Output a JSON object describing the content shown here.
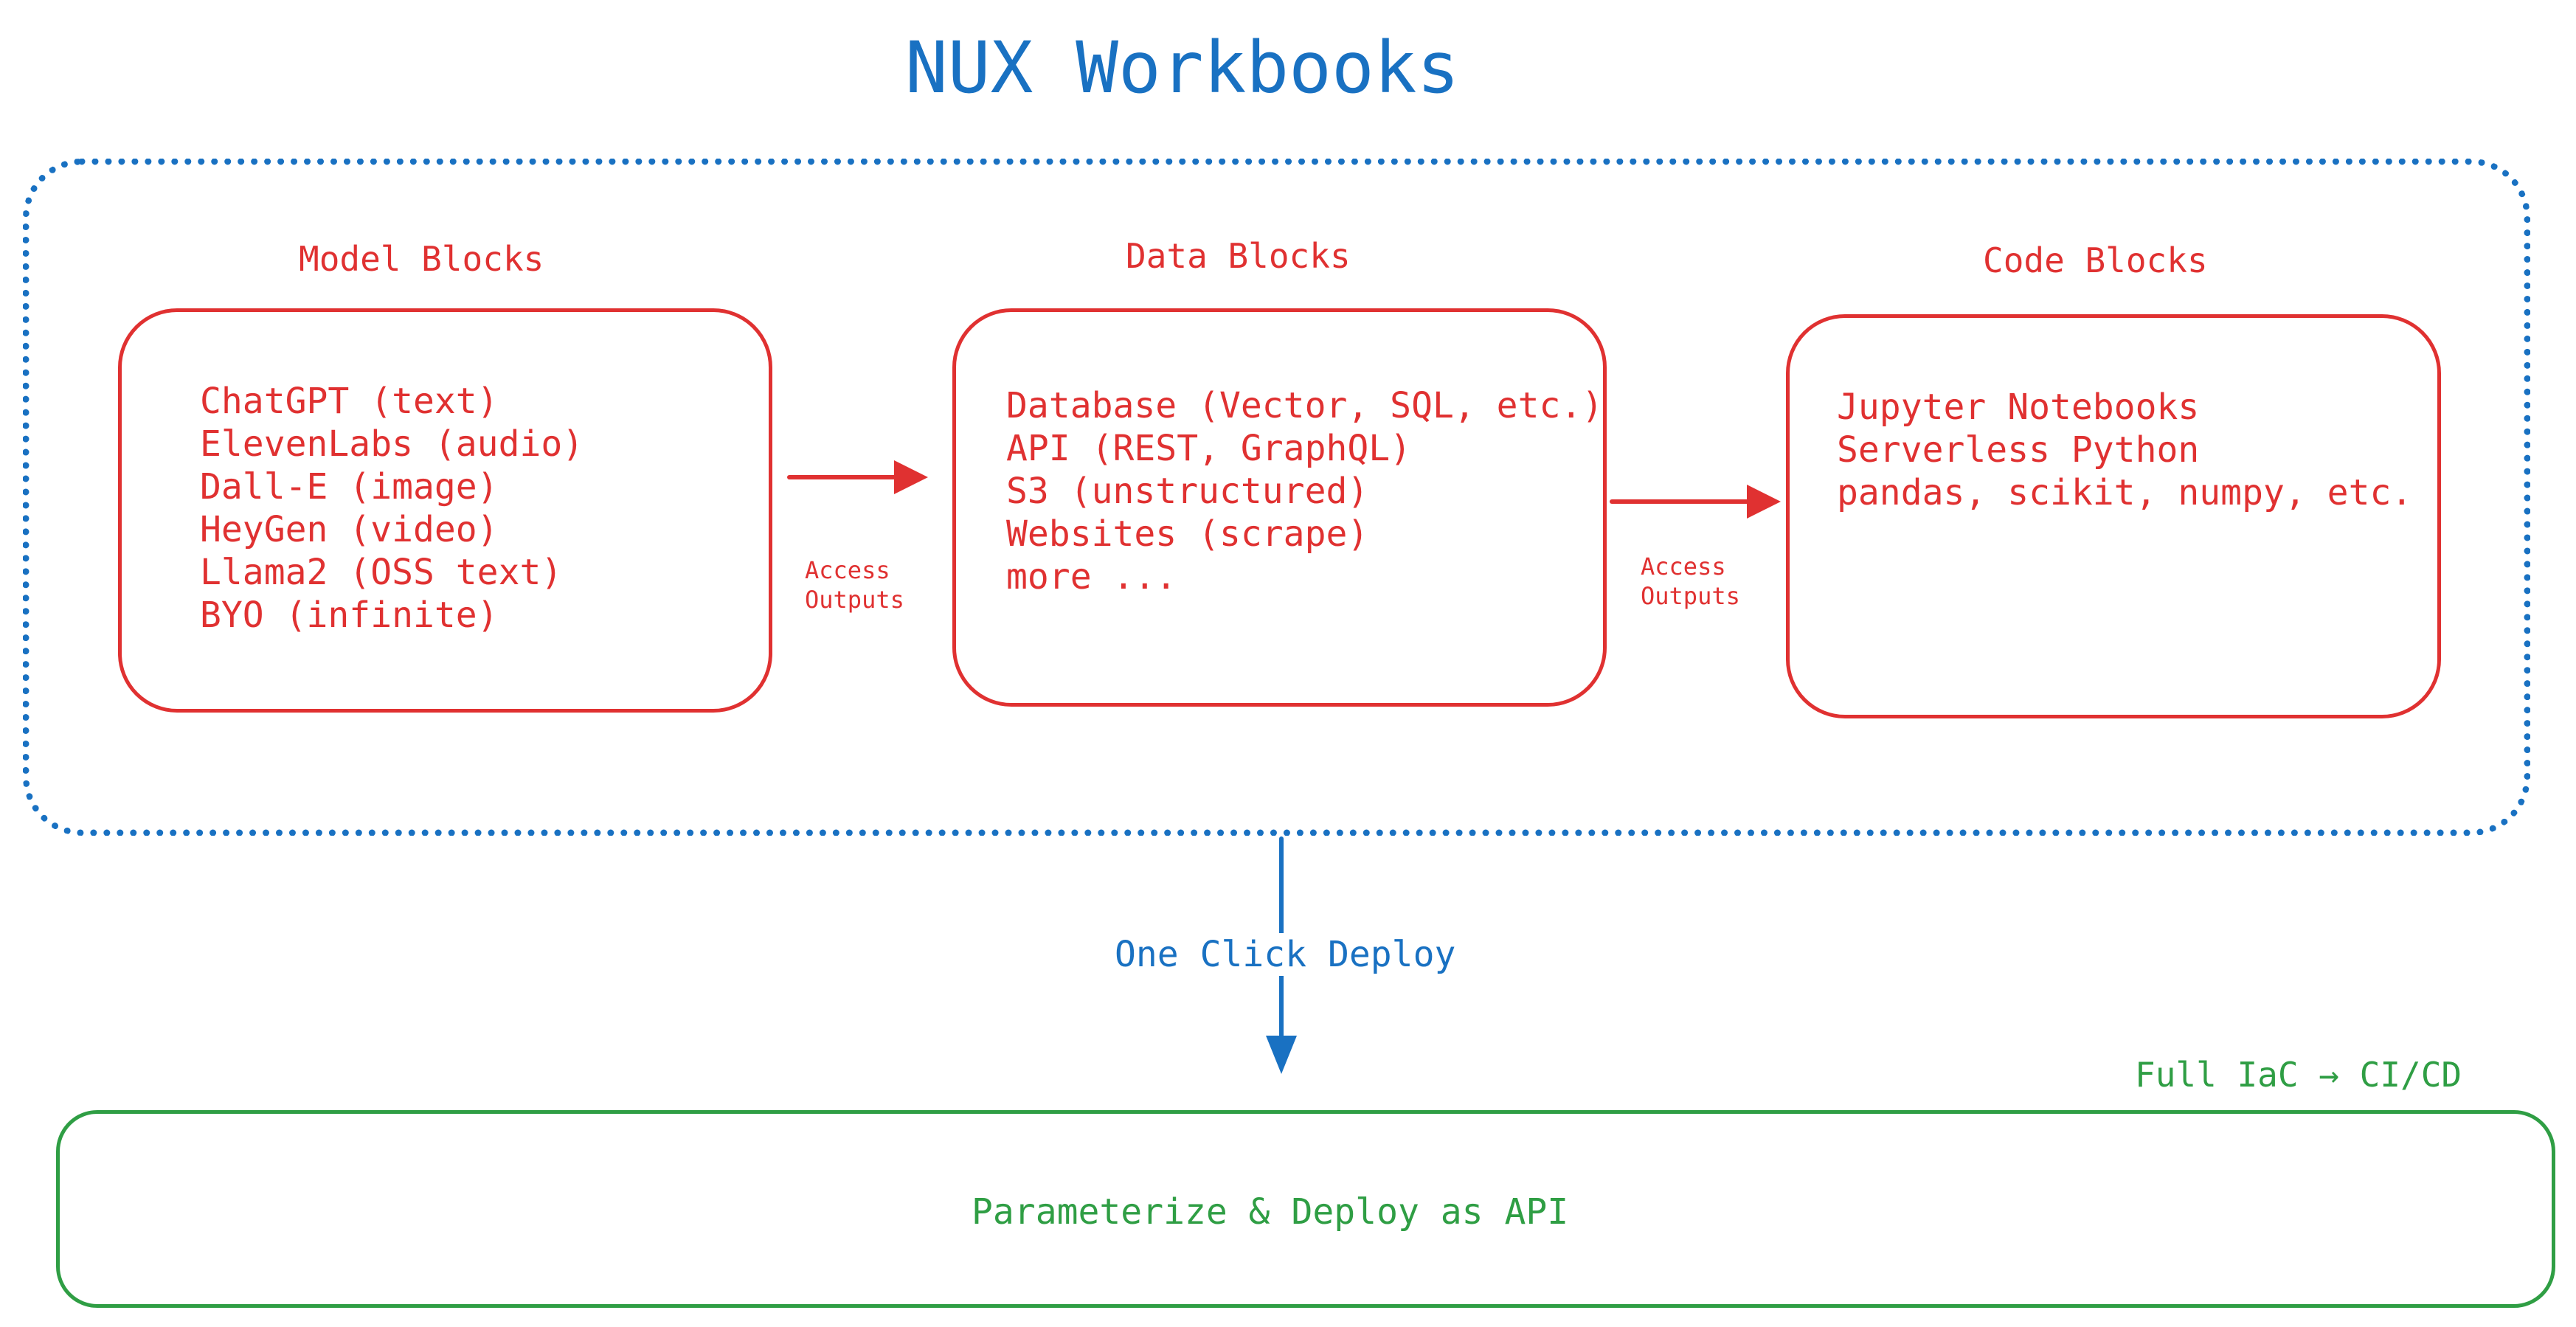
{
  "title": "NUX Workbooks",
  "colors": {
    "title": "#1971c2",
    "blocks": "#e03131",
    "deploy": "#1971c2",
    "api": "#2f9e44"
  },
  "model_blocks": {
    "label": "Model Blocks",
    "items": [
      "ChatGPT (text)",
      "ElevenLabs (audio)",
      "Dall-E (image)",
      "HeyGen (video)",
      "Llama2 (OSS text)",
      "BYO (infinite)"
    ]
  },
  "data_blocks": {
    "label": "Data Blocks",
    "items": [
      "Database (Vector, SQL, etc.)",
      "API (REST, GraphQL)",
      "S3 (unstructured)",
      "Websites (scrape)",
      "more ..."
    ]
  },
  "code_blocks": {
    "label": "Code Blocks",
    "items": [
      "Jupyter Notebooks",
      "Serverless Python",
      "pandas, scikit, numpy, etc."
    ]
  },
  "arrow_model_to_data": {
    "line1": "Access",
    "line2": "Outputs"
  },
  "arrow_data_to_code": {
    "line1": "Access",
    "line2": "Outputs"
  },
  "deploy": {
    "label": "One Click Deploy"
  },
  "iac": {
    "label": "Full IaC → CI/CD"
  },
  "api_box": {
    "label": "Parameterize & Deploy as API"
  }
}
